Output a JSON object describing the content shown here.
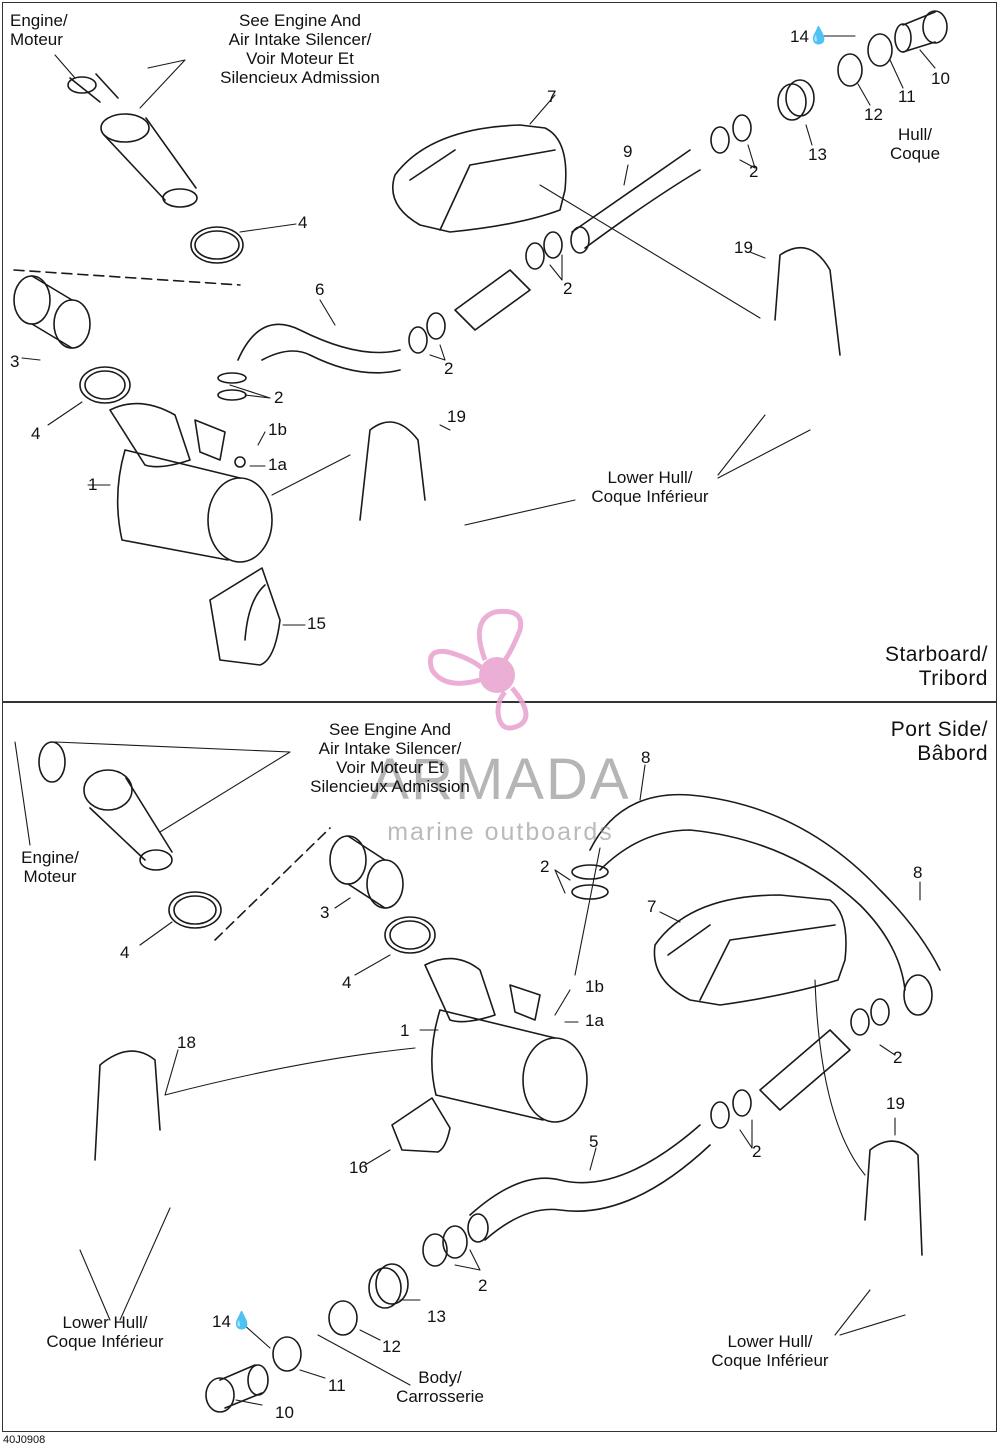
{
  "diagram_code": "40J0908",
  "watermark": {
    "brand": "ARMADA",
    "tagline": "marine outboards"
  },
  "top": {
    "side_label": [
      "Starboard/",
      "Tribord"
    ],
    "see_engine": [
      "See Engine And",
      "Air Intake Silencer/",
      "Voir Moteur Et",
      "Silencieux Admission"
    ],
    "engine": [
      "Engine/",
      "Moteur"
    ],
    "hull": [
      "Hull/",
      "Coque"
    ],
    "lower_hull": [
      "Lower Hull/",
      "Coque Inférieur"
    ],
    "numbers": [
      "14",
      "10",
      "11",
      "12",
      "13",
      "7",
      "2",
      "9",
      "4",
      "19",
      "3",
      "6",
      "2",
      "2",
      "1b",
      "1a",
      "4",
      "1",
      "19",
      "15"
    ]
  },
  "bottom": {
    "side_label": [
      "Port Side/",
      "Bâbord"
    ],
    "see_engine": [
      "See Engine And",
      "Air Intake Silencer/",
      "Voir Moteur Et",
      "Silencieux Admission"
    ],
    "engine": [
      "Engine/",
      "Moteur"
    ],
    "body": [
      "Body/",
      "Carrosserie"
    ],
    "lower_hull_left": [
      "Lower Hull/",
      "Coque Inférieur"
    ],
    "lower_hull_right": [
      "Lower Hull/",
      "Coque Inférieur"
    ],
    "numbers": [
      "8",
      "8",
      "2",
      "7",
      "3",
      "4",
      "4",
      "1b",
      "1a",
      "1",
      "2",
      "18",
      "16",
      "5",
      "2",
      "19",
      "2",
      "14",
      "13",
      "12",
      "11",
      "10"
    ]
  },
  "colors": {
    "line": "#1a1a1a",
    "watermark_pink": "#e8a2cf",
    "watermark_grey": "#8c8c8c"
  }
}
